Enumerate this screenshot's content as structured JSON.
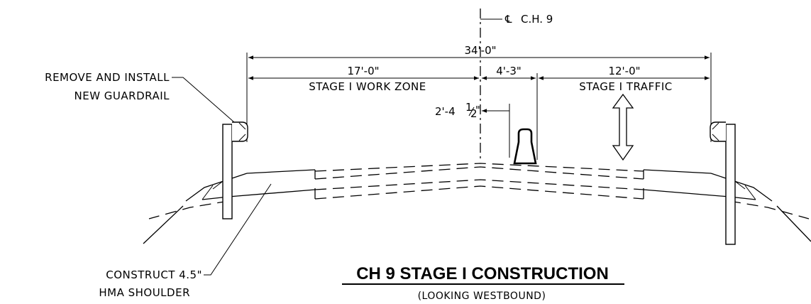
{
  "centerline": {
    "symbol": "℄",
    "label": "C.H. 9"
  },
  "dimensions": {
    "overall": "34'-0\"",
    "work_zone_width": "17'-0\"",
    "barrier_offset": "4'-3\"",
    "traffic_width": "12'-0\"",
    "barrier_to_cl": "2'-4",
    "barrier_to_cl_num": "1",
    "barrier_to_cl_den": "2",
    "inch_mark": "\""
  },
  "zones": {
    "work_zone": "STAGE I WORK ZONE",
    "traffic": "STAGE I TRAFFIC"
  },
  "notes": {
    "guardrail_line1": "REMOVE AND INSTALL",
    "guardrail_line2": "NEW GUARDRAIL",
    "shoulder_line1": "CONSTRUCT 4.5\"",
    "shoulder_line2": "HMA SHOULDER"
  },
  "title": {
    "main": "CH  9  STAGE  I CONSTRUCTION",
    "subtitle": "(LOOKING WESTBOUND)"
  }
}
